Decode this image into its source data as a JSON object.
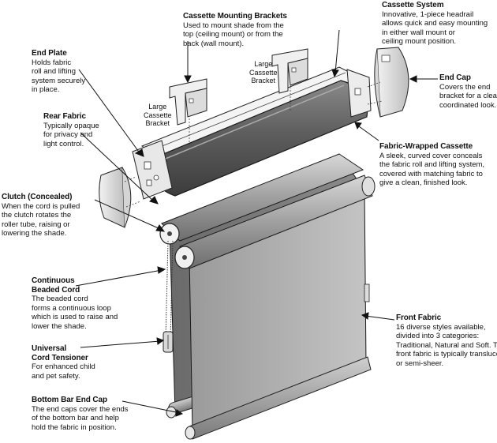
{
  "labels": {
    "cassette_system": {
      "title": "Cassette System",
      "lines": [
        "Innovative, 1-piece headrail",
        "allows quick and easy mounting",
        "in either wall mount or",
        "ceiling mount position."
      ]
    },
    "cassette_brackets": {
      "title": "Cassette Mounting Brackets",
      "lines": [
        "Used to mount shade from the",
        "top (ceiling mount) or from the",
        "back (wall mount)."
      ]
    },
    "end_plate": {
      "title": "End Plate",
      "lines": [
        "Holds fabric",
        "roll and lifting",
        "system securely",
        "in place."
      ]
    },
    "end_cap": {
      "title": "End Cap",
      "lines": [
        "Covers the end",
        "bracket for a clean,",
        "coordinated look."
      ]
    },
    "rear_fabric": {
      "title": "Rear Fabric",
      "lines": [
        "Typically opaque",
        "for privacy and",
        "light control."
      ]
    },
    "fabric_wrapped": {
      "title": "Fabric-Wrapped Cassette",
      "lines": [
        "A sleek, curved cover conceals",
        "the fabric roll and lifting system,",
        "covered with matching fabric to",
        "give a clean, finished look."
      ]
    },
    "clutch": {
      "title": "Clutch (Concealed)",
      "lines": [
        "When the cord is pulled",
        "the clutch rotates the",
        "roller tube, raising or",
        "lowering the shade."
      ]
    },
    "continuous_cord": {
      "title_lines": [
        "Continuous",
        "Beaded Cord"
      ],
      "lines": [
        "The beaded cord",
        "forms a continuous loop",
        "which is used to raise and",
        "lower the shade."
      ]
    },
    "front_fabric": {
      "title": "Front Fabric",
      "lines": [
        "16 diverse styles available,",
        "divided into 3 categories:",
        "Traditional, Natural and Soft. The",
        "front fabric is typically translucent",
        "or semi-sheer."
      ]
    },
    "cord_tensioner": {
      "title_lines": [
        "Universal",
        "Cord Tensioner"
      ],
      "lines": [
        "For enhanced child",
        "and pet safety."
      ]
    },
    "bottom_bar": {
      "title": "Bottom Bar End Cap",
      "lines": [
        "The end caps cover the ends",
        "of the bottom bar and help",
        "hold the fabric in position."
      ]
    },
    "large_bracket_left": [
      "Large",
      "Cassette",
      "Bracket"
    ],
    "large_bracket_right": [
      "Large",
      "Cassette",
      "Bracket"
    ]
  }
}
